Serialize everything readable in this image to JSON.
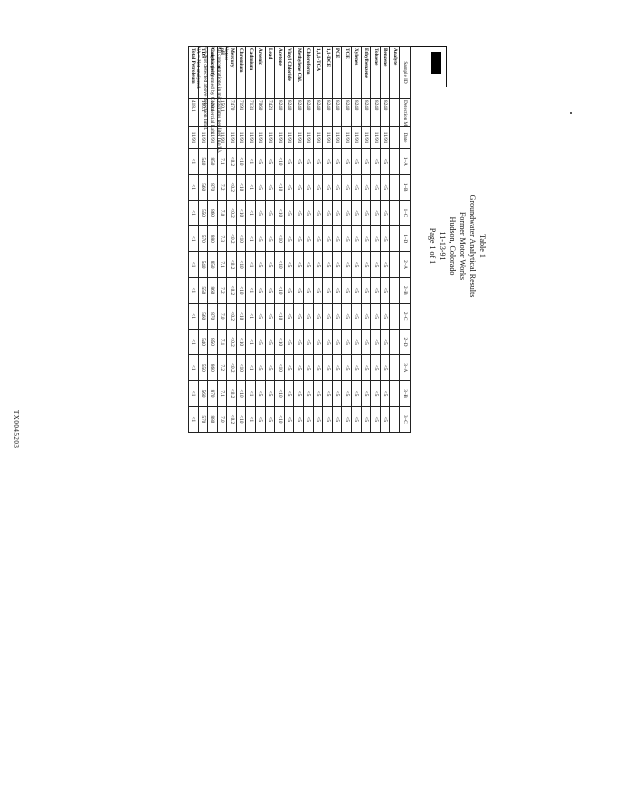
{
  "header": {
    "lines": [
      "Table 1",
      "Groundwater Analytical Results",
      "Former Motor Works",
      "Hudson, Colorado",
      "11-13-91",
      "Page 1 of 1"
    ]
  },
  "table": {
    "columns": [
      "Sample ID",
      "Detection Method",
      "Date",
      "1–A",
      "1–B",
      "1–C",
      "1–D",
      "2–A",
      "2–B",
      "2–C",
      "2–D",
      "3–A",
      "3–B",
      "3–C"
    ],
    "rows": [
      [
        "Analyte",
        "",
        "",
        "",
        "",
        "",
        "",
        "",
        "",
        "",
        "",
        "",
        "",
        ""
      ],
      [
        "Benzene",
        "8240",
        "11/91",
        "<5",
        "<5",
        "<5",
        "<5",
        "<5",
        "<5",
        "<5",
        "<5",
        "<5",
        "<5",
        "<5"
      ],
      [
        "Toluene",
        "8240",
        "11/91",
        "<5",
        "<5",
        "<5",
        "<5",
        "<5",
        "<5",
        "<5",
        "<5",
        "<5",
        "<5",
        "<5"
      ],
      [
        "Ethylbenzene",
        "8240",
        "11/91",
        "<5",
        "<5",
        "<5",
        "<5",
        "<5",
        "<5",
        "<5",
        "<5",
        "<5",
        "<5",
        "<5"
      ],
      [
        "Xylenes",
        "8240",
        "11/91",
        "<5",
        "<5",
        "<5",
        "<5",
        "<5",
        "<5",
        "<5",
        "<5",
        "<5",
        "<5",
        "<5"
      ],
      [
        "TCE",
        "8240",
        "11/91",
        "<5",
        "<5",
        "<5",
        "<5",
        "<5",
        "<5",
        "<5",
        "<5",
        "<5",
        "<5",
        "<5"
      ],
      [
        "PCE",
        "8240",
        "11/91",
        "<5",
        "<5",
        "<5",
        "<5",
        "<5",
        "<5",
        "<5",
        "<5",
        "<5",
        "<5",
        "<5"
      ],
      [
        "1,1-DCE",
        "8240",
        "11/91",
        "<5",
        "<5",
        "<5",
        "<5",
        "<5",
        "<5",
        "<5",
        "<5",
        "<5",
        "<5",
        "<5"
      ],
      [
        "1,1,1-TCA",
        "8240",
        "11/91",
        "<5",
        "<5",
        "<5",
        "<5",
        "<5",
        "<5",
        "<5",
        "<5",
        "<5",
        "<5",
        "<5"
      ],
      [
        "Chloroform",
        "8240",
        "11/91",
        "<5",
        "<5",
        "<5",
        "<5",
        "<5",
        "<5",
        "<5",
        "<5",
        "<5",
        "<5",
        "<5"
      ],
      [
        "Methylene Chl.",
        "8240",
        "11/91",
        "<5",
        "<5",
        "<5",
        "<5",
        "<5",
        "<5",
        "<5",
        "<5",
        "<5",
        "<5",
        "<5"
      ],
      [
        "Vinyl Chloride",
        "8240",
        "11/91",
        "<5",
        "<5",
        "<5",
        "<5",
        "<5",
        "<5",
        "<5",
        "<5",
        "<5",
        "<5",
        "<5"
      ],
      [
        "Acetone",
        "8240",
        "11/91",
        "<10",
        "<10",
        "<10",
        "<10",
        "<10",
        "<10",
        "<10",
        "<10",
        "<10",
        "<10",
        "<10"
      ],
      [
        "Lead",
        "7421",
        "11/91",
        "<5",
        "<5",
        "<5",
        "<5",
        "<5",
        "<5",
        "<5",
        "<5",
        "<5",
        "<5",
        "<5"
      ],
      [
        "Arsenic",
        "7060",
        "11/91",
        "<5",
        "<5",
        "<5",
        "<5",
        "<5",
        "<5",
        "<5",
        "<5",
        "<5",
        "<5",
        "<5"
      ],
      [
        "Cadmium",
        "7131",
        "11/91",
        "<1",
        "<1",
        "<1",
        "<1",
        "<1",
        "<1",
        "<1",
        "<1",
        "<1",
        "<1",
        "<1"
      ],
      [
        "Chromium",
        "7191",
        "11/91",
        "<10",
        "<10",
        "<10",
        "<10",
        "<10",
        "<10",
        "<10",
        "<10",
        "<10",
        "<10",
        "<10"
      ],
      [
        "Mercury",
        "7470",
        "11/91",
        "<0.2",
        "<0.2",
        "<0.2",
        "<0.2",
        "<0.2",
        "<0.2",
        "<0.2",
        "<0.2",
        "<0.2",
        "<0.2",
        "<0.2"
      ],
      [
        "pH",
        "150.1",
        "11/91",
        "7.1",
        "7.2",
        "7.0",
        "7.3",
        "7.1",
        "7.2",
        "7.0",
        "7.1",
        "7.2",
        "7.1",
        "7.0"
      ],
      [
        "Conductivity",
        "120.1",
        "11/91",
        "850",
        "870",
        "860",
        "880",
        "850",
        "860",
        "870",
        "850",
        "860",
        "870",
        "880"
      ],
      [
        "TDS",
        "160.1",
        "11/91",
        "540",
        "560",
        "550",
        "570",
        "540",
        "550",
        "560",
        "540",
        "550",
        "560",
        "570"
      ],
      [
        "Total Petroleum",
        "418.1",
        "11/91",
        "<1",
        "<1",
        "<1",
        "<1",
        "<1",
        "<1",
        "<1",
        "<1",
        "<1",
        "<1",
        "<1"
      ]
    ]
  },
  "notes": [
    "Notes:",
    "All concentrations in micrograms per liter (ug/L).",
    "Analysis performed by Commercial Lab.",
    "< = Not detected above detection limit.",
    "NA = Not analyzed."
  ],
  "doc_code": "TX0045203"
}
